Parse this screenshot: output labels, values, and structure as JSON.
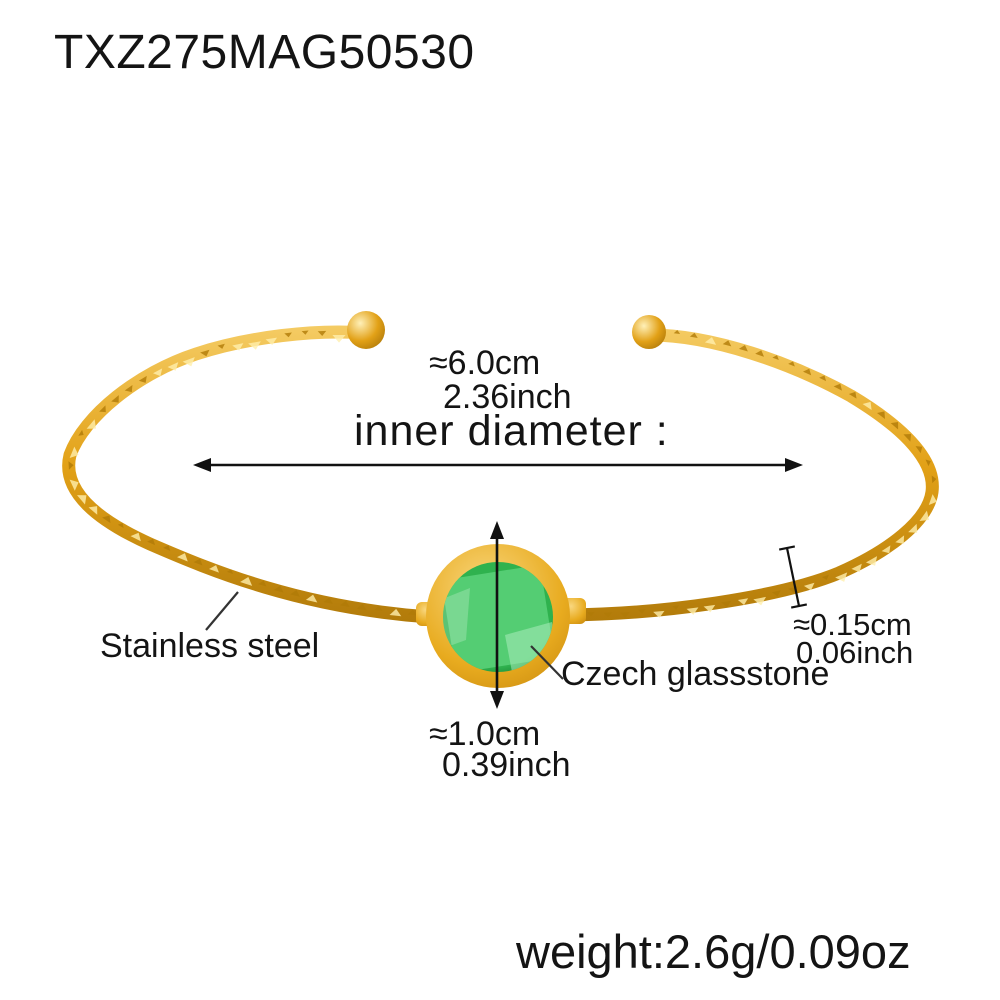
{
  "header": {
    "sku": "TXZ275MAG50530"
  },
  "footer": {
    "weight": "weight:2.6g/0.09oz"
  },
  "annotations": {
    "inner_diameter": {
      "metric": "≈6.0cm",
      "imperial": "2.36inch",
      "label": "inner diameter :"
    },
    "stone_size": {
      "metric": "≈1.0cm",
      "imperial": "0.39inch"
    },
    "wire_thickness": {
      "metric": "≈0.15cm",
      "imperial": "0.06inch"
    },
    "material": "Stainless steel",
    "stone": "Czech glassstone"
  },
  "colors": {
    "background": "#ffffff",
    "text": "#141414",
    "annotation_line": "#111111",
    "leader_line": "#333333",
    "gold": "#e2a117",
    "gold_light": "#f6cf6a",
    "gold_dark": "#a97408",
    "gold_glint": "#ffefad",
    "gold_notch": "#b07a08",
    "ball_highlight": "#fff0b8",
    "bezel_light": "#f9d77f",
    "bezel_mid": "#e8ab1f",
    "bezel_dark": "#c5850c",
    "stone_green": "#2fb24e",
    "stone_green_dark": "#0a5a1e",
    "stone_facet": "#5fd57d",
    "stone_facet_light": "#a9ecbb"
  }
}
